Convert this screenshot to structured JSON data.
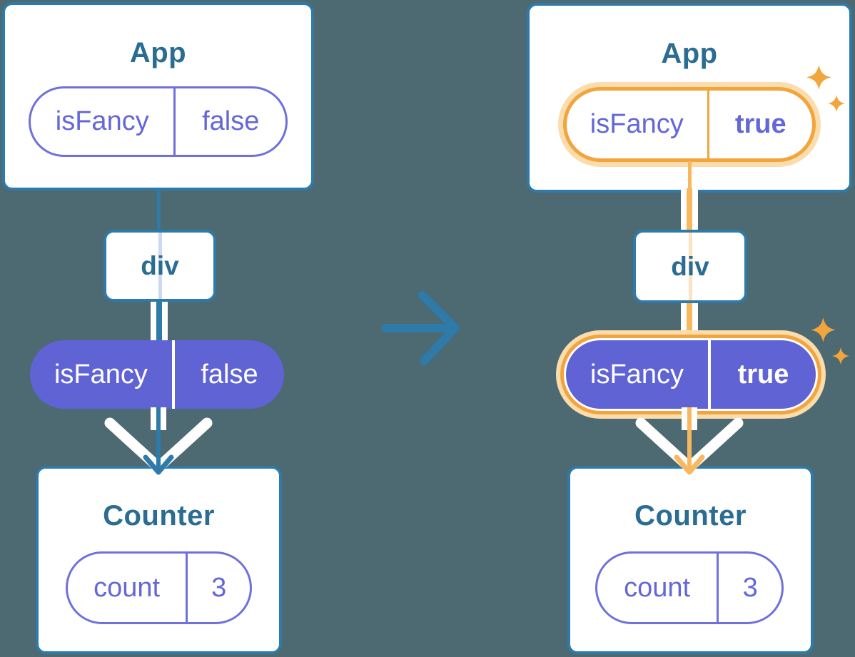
{
  "colors": {
    "background": "#4d6971",
    "card_border_blue": "#2e7aa8",
    "component_title_text": "#2a6c92",
    "prop_purple": "#6063d4",
    "highlight_orange": "#f2a43d",
    "highlight_orange_pale": "#fbdcac"
  },
  "before": {
    "app": {
      "title": "App",
      "prop": {
        "name": "isFancy",
        "value": "false"
      }
    },
    "dom": {
      "label": "div"
    },
    "passed_prop": {
      "name": "isFancy",
      "value": "false"
    },
    "counter": {
      "title": "Counter",
      "prop": {
        "name": "count",
        "value": "3"
      }
    }
  },
  "after": {
    "app": {
      "title": "App",
      "prop": {
        "name": "isFancy",
        "value": "true"
      }
    },
    "dom": {
      "label": "div"
    },
    "passed_prop": {
      "name": "isFancy",
      "value": "true"
    },
    "counter": {
      "title": "Counter",
      "prop": {
        "name": "count",
        "value": "3"
      }
    }
  }
}
